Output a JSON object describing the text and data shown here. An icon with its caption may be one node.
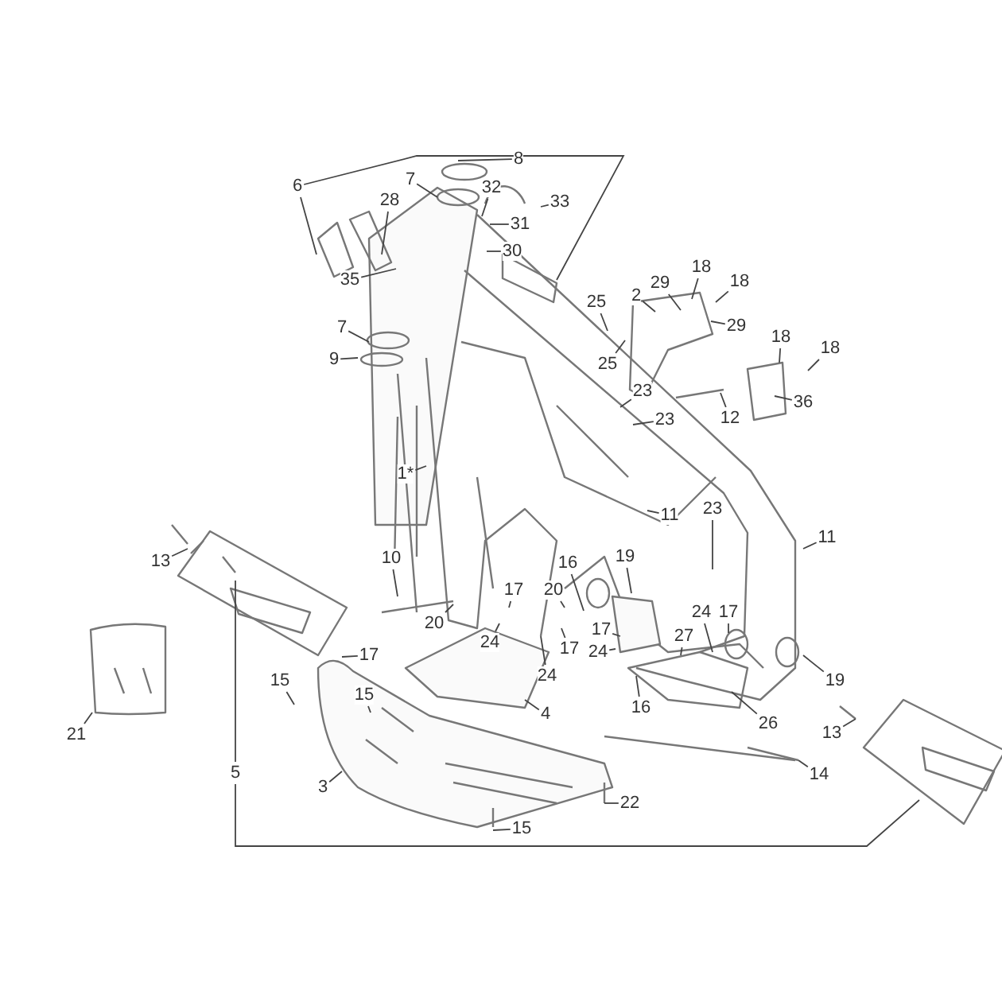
{
  "diagram": {
    "nodes": [
      {
        "text": [
          "6"
        ]
      },
      {
        "text": [
          "7"
        ]
      },
      {
        "text": [
          "8"
        ]
      },
      {
        "text": [
          "32"
        ]
      },
      {
        "text": [
          "33"
        ]
      },
      {
        "text": [
          "28"
        ]
      },
      {
        "text": [
          "31"
        ]
      },
      {
        "text": [
          "30"
        ]
      },
      {
        "text": [
          "35"
        ]
      },
      {
        "text": [
          "7"
        ]
      },
      {
        "text": [
          "9"
        ]
      },
      {
        "text": [
          "25"
        ]
      },
      {
        "text": [
          "2"
        ]
      },
      {
        "text": [
          "29"
        ]
      },
      {
        "text": [
          "18"
        ]
      },
      {
        "text": [
          "18"
        ]
      },
      {
        "text": [
          "29"
        ]
      },
      {
        "text": [
          "25"
        ]
      },
      {
        "text": [
          "18"
        ]
      },
      {
        "text": [
          "18"
        ]
      },
      {
        "text": [
          "23"
        ]
      },
      {
        "text": [
          "23"
        ]
      },
      {
        "text": [
          "12"
        ]
      },
      {
        "text": [
          "36"
        ]
      },
      {
        "text": [
          "1*"
        ]
      },
      {
        "text": [
          "13"
        ]
      },
      {
        "text": [
          "10"
        ]
      },
      {
        "text": [
          "11"
        ]
      },
      {
        "text": [
          "23"
        ]
      },
      {
        "text": [
          "11"
        ]
      },
      {
        "text": [
          "17"
        ]
      },
      {
        "text": [
          "20"
        ]
      },
      {
        "text": [
          "17"
        ]
      },
      {
        "text": [
          "24"
        ]
      },
      {
        "text": [
          "16"
        ]
      },
      {
        "text": [
          "19"
        ]
      },
      {
        "text": [
          "20"
        ]
      },
      {
        "text": [
          "17"
        ]
      },
      {
        "text": [
          "24"
        ]
      },
      {
        "text": [
          "17"
        ]
      },
      {
        "text": [
          "24"
        ]
      },
      {
        "text": [
          "24"
        ]
      },
      {
        "text": [
          "17"
        ]
      },
      {
        "text": [
          "27"
        ]
      },
      {
        "text": [
          "19"
        ]
      },
      {
        "text": [
          "16"
        ]
      },
      {
        "text": [
          "26"
        ]
      },
      {
        "text": [
          "15"
        ]
      },
      {
        "text": [
          "15"
        ]
      },
      {
        "text": [
          "4"
        ]
      },
      {
        "text": [
          "13"
        ]
      },
      {
        "text": [
          "14"
        ]
      },
      {
        "text": [
          "21"
        ]
      },
      {
        "text": [
          "5"
        ]
      },
      {
        "text": [
          "3"
        ]
      },
      {
        "text": [
          "22"
        ]
      },
      {
        "text": [
          "15"
        ]
      }
    ],
    "edges": [
      {
        "from": 0,
        "to": null,
        "arrow": "none"
      },
      {
        "from": 0,
        "to": null,
        "arrow": "none"
      },
      {
        "from": 1,
        "to": null,
        "arrow": "none"
      },
      {
        "from": 2,
        "to": null,
        "arrow": "none"
      },
      {
        "from": 3,
        "to": null,
        "arrow": "none"
      },
      {
        "from": 4,
        "to": null,
        "arrow": "none"
      },
      {
        "from": 5,
        "to": null,
        "arrow": "none"
      },
      {
        "from": 6,
        "to": null,
        "arrow": "none"
      },
      {
        "from": 7,
        "to": null,
        "arrow": "none"
      },
      {
        "from": 8,
        "to": null,
        "arrow": "none"
      },
      {
        "from": 9,
        "to": null,
        "arrow": "none"
      },
      {
        "from": 10,
        "to": null,
        "arrow": "none"
      },
      {
        "from": 11,
        "to": null,
        "arrow": "none"
      },
      {
        "from": 12,
        "to": null,
        "arrow": "none"
      },
      {
        "from": 13,
        "to": null,
        "arrow": "none"
      },
      {
        "from": 14,
        "to": null,
        "arrow": "none"
      },
      {
        "from": 15,
        "to": null,
        "arrow": "none"
      },
      {
        "from": 16,
        "to": null,
        "arrow": "none"
      },
      {
        "from": 17,
        "to": null,
        "arrow": "none"
      },
      {
        "from": 18,
        "to": null,
        "arrow": "none"
      },
      {
        "from": 19,
        "to": null,
        "arrow": "none"
      },
      {
        "from": 20,
        "to": null,
        "arrow": "none"
      },
      {
        "from": 21,
        "to": null,
        "arrow": "none"
      },
      {
        "from": 22,
        "to": null,
        "arrow": "none"
      },
      {
        "from": 23,
        "to": null,
        "arrow": "none"
      },
      {
        "from": 24,
        "to": null,
        "arrow": "none"
      },
      {
        "from": 25,
        "to": null,
        "arrow": "none"
      },
      {
        "from": 26,
        "to": null,
        "arrow": "none"
      },
      {
        "from": 27,
        "to": null,
        "arrow": "none"
      },
      {
        "from": 28,
        "to": null,
        "arrow": "none"
      },
      {
        "from": 29,
        "to": null,
        "arrow": "none"
      },
      {
        "from": 30,
        "to": null,
        "arrow": "none"
      },
      {
        "from": 31,
        "to": null,
        "arrow": "none"
      },
      {
        "from": 32,
        "to": null,
        "arrow": "none"
      },
      {
        "from": 33,
        "to": null,
        "arrow": "none"
      },
      {
        "from": 34,
        "to": null,
        "arrow": "none"
      },
      {
        "from": 35,
        "to": null,
        "arrow": "none"
      },
      {
        "from": 36,
        "to": null,
        "arrow": "none"
      },
      {
        "from": 37,
        "to": null,
        "arrow": "none"
      },
      {
        "from": 38,
        "to": null,
        "arrow": "none"
      },
      {
        "from": 39,
        "to": null,
        "arrow": "none"
      },
      {
        "from": 40,
        "to": null,
        "arrow": "none"
      },
      {
        "from": 41,
        "to": null,
        "arrow": "none"
      },
      {
        "from": 42,
        "to": null,
        "arrow": "none"
      },
      {
        "from": 43,
        "to": null,
        "arrow": "none"
      },
      {
        "from": 44,
        "to": null,
        "arrow": "none"
      },
      {
        "from": 45,
        "to": null,
        "arrow": "none"
      },
      {
        "from": 46,
        "to": null,
        "arrow": "none"
      },
      {
        "from": 47,
        "to": null,
        "arrow": "none"
      },
      {
        "from": 48,
        "to": null,
        "arrow": "none"
      },
      {
        "from": 49,
        "to": null,
        "arrow": "none"
      },
      {
        "from": 50,
        "to": null,
        "arrow": "none"
      },
      {
        "from": 51,
        "to": null,
        "arrow": "none"
      },
      {
        "from": 52,
        "to": null,
        "arrow": "none"
      },
      {
        "from": 53,
        "to": null,
        "arrow": "none"
      },
      {
        "from": 53,
        "to": null,
        "arrow": "none"
      },
      {
        "from": 54,
        "to": null,
        "arrow": "none"
      },
      {
        "from": 55,
        "to": null,
        "arrow": "none"
      },
      {
        "from": 56,
        "to": null,
        "arrow": "none"
      }
    ]
  }
}
